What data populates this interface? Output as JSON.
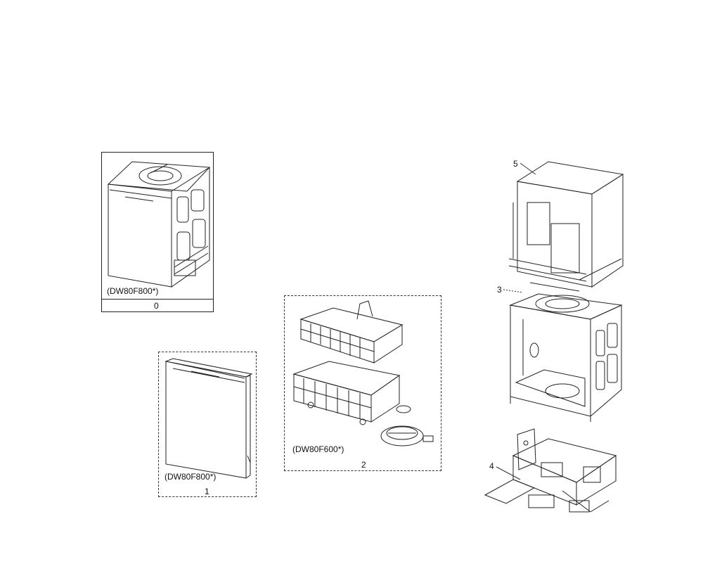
{
  "diagram": {
    "assembly_0": {
      "model": "(DW80F800*)",
      "ref": "0"
    },
    "assembly_1": {
      "model": "(DW80F800*)",
      "ref": "1"
    },
    "assembly_2": {
      "model": "(DW80F600*)",
      "ref": "2"
    },
    "callouts": {
      "c3": "3",
      "c4": "4",
      "c5": "5"
    }
  },
  "icons": [
    "dishwasher-complete-drawing",
    "door-assembly-drawing",
    "rack-assembly-drawing",
    "tub-cover-drawing",
    "tub-assembly-drawing",
    "base-assembly-drawing"
  ]
}
